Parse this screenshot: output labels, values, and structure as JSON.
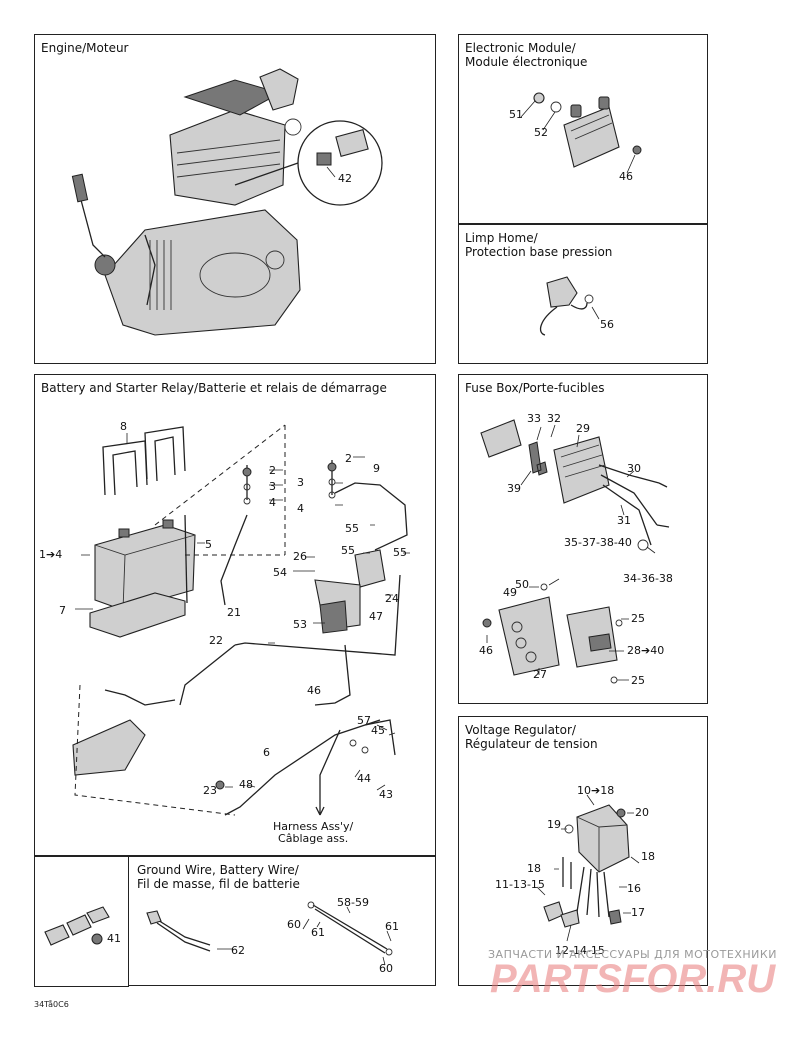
{
  "panels": {
    "engine": {
      "title": "Engine/Moteur",
      "labels": [
        "42"
      ]
    },
    "electronic_module": {
      "title": "Electronic Module/\nModule électronique",
      "labels": [
        "51",
        "52",
        "46"
      ]
    },
    "limp_home": {
      "title": "Limp Home/\nProtection base pression",
      "labels": [
        "56"
      ]
    },
    "battery": {
      "title": "Battery and Starter Relay/Batterie et relais de démarrage",
      "labels": [
        "8",
        "2",
        "3",
        "4",
        "2",
        "9",
        "3",
        "4",
        "1➔4",
        "5",
        "55",
        "7",
        "21",
        "26",
        "55",
        "55",
        "54",
        "24",
        "53",
        "47",
        "22",
        "46",
        "57",
        "45",
        "6",
        "44",
        "23",
        "48",
        "43"
      ],
      "harness": "Harness Ass'y/\nCâblage ass."
    },
    "fuse_box": {
      "title": "Fuse Box/Porte-fucibles",
      "labels": [
        "33",
        "32",
        "29",
        "30",
        "39",
        "31",
        "35-37-38-40",
        "34-36-38",
        "50",
        "49",
        "25",
        "46",
        "28➔40",
        "27",
        "25"
      ]
    },
    "voltage_regulator": {
      "title": "Voltage Regulator/\nRégulateur de tension",
      "labels": [
        "10➔18",
        "20",
        "19",
        "18",
        "18",
        "16",
        "11-13-15",
        "17",
        "12-14-15"
      ]
    },
    "ground_wire": {
      "title": "Ground Wire, Battery Wire/\nFil de masse, fil de batterie",
      "labels": [
        "41",
        "62",
        "58-59",
        "60",
        "61",
        "61",
        "60"
      ]
    }
  },
  "footer_code": "34Tå0C6",
  "watermark": {
    "line1": "ЗАПЧАСТИ И АКСЕССУАРЫ ДЛЯ МОТОТЕХНИКИ",
    "line2": "PARTSFOR.RU"
  }
}
